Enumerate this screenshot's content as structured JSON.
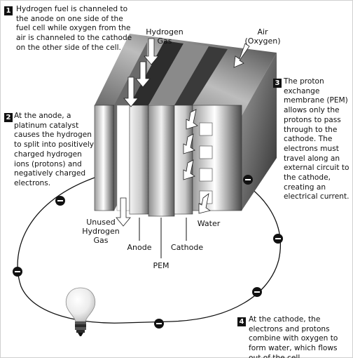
{
  "steps": [
    {
      "num": "1",
      "text": "Hydrogen fuel is channeled to the anode on one side of the fuel cell while oxygen from the air is channeled to the cathode on the other side of the cell."
    },
    {
      "num": "2",
      "text": "At the anode, a platinum catalyst causes the hydrogen to split into positively charged hydrogen ions (protons) and negatively charged electrons."
    },
    {
      "num": "3",
      "text": "The proton exchange membrane (PEM) allows only the protons to pass through to the cathode. The electrons must travel along an external circuit to the cathode, creating an electrical current."
    },
    {
      "num": "4",
      "text": "At the cathode, the electrons and protons combine with oxygen to form water, which flows out of the cell."
    }
  ],
  "labels": {
    "hydrogen_gas": [
      "Hydrogen",
      "Gas"
    ],
    "air_oxygen": [
      "Air",
      "(Oxygen)"
    ],
    "unused_hydrogen": [
      "Unused",
      "Hydrogen",
      "Gas"
    ],
    "anode": "Anode",
    "pem": "PEM",
    "cathode": "Cathode",
    "water": "Water"
  },
  "electron_symbol": "−"
}
